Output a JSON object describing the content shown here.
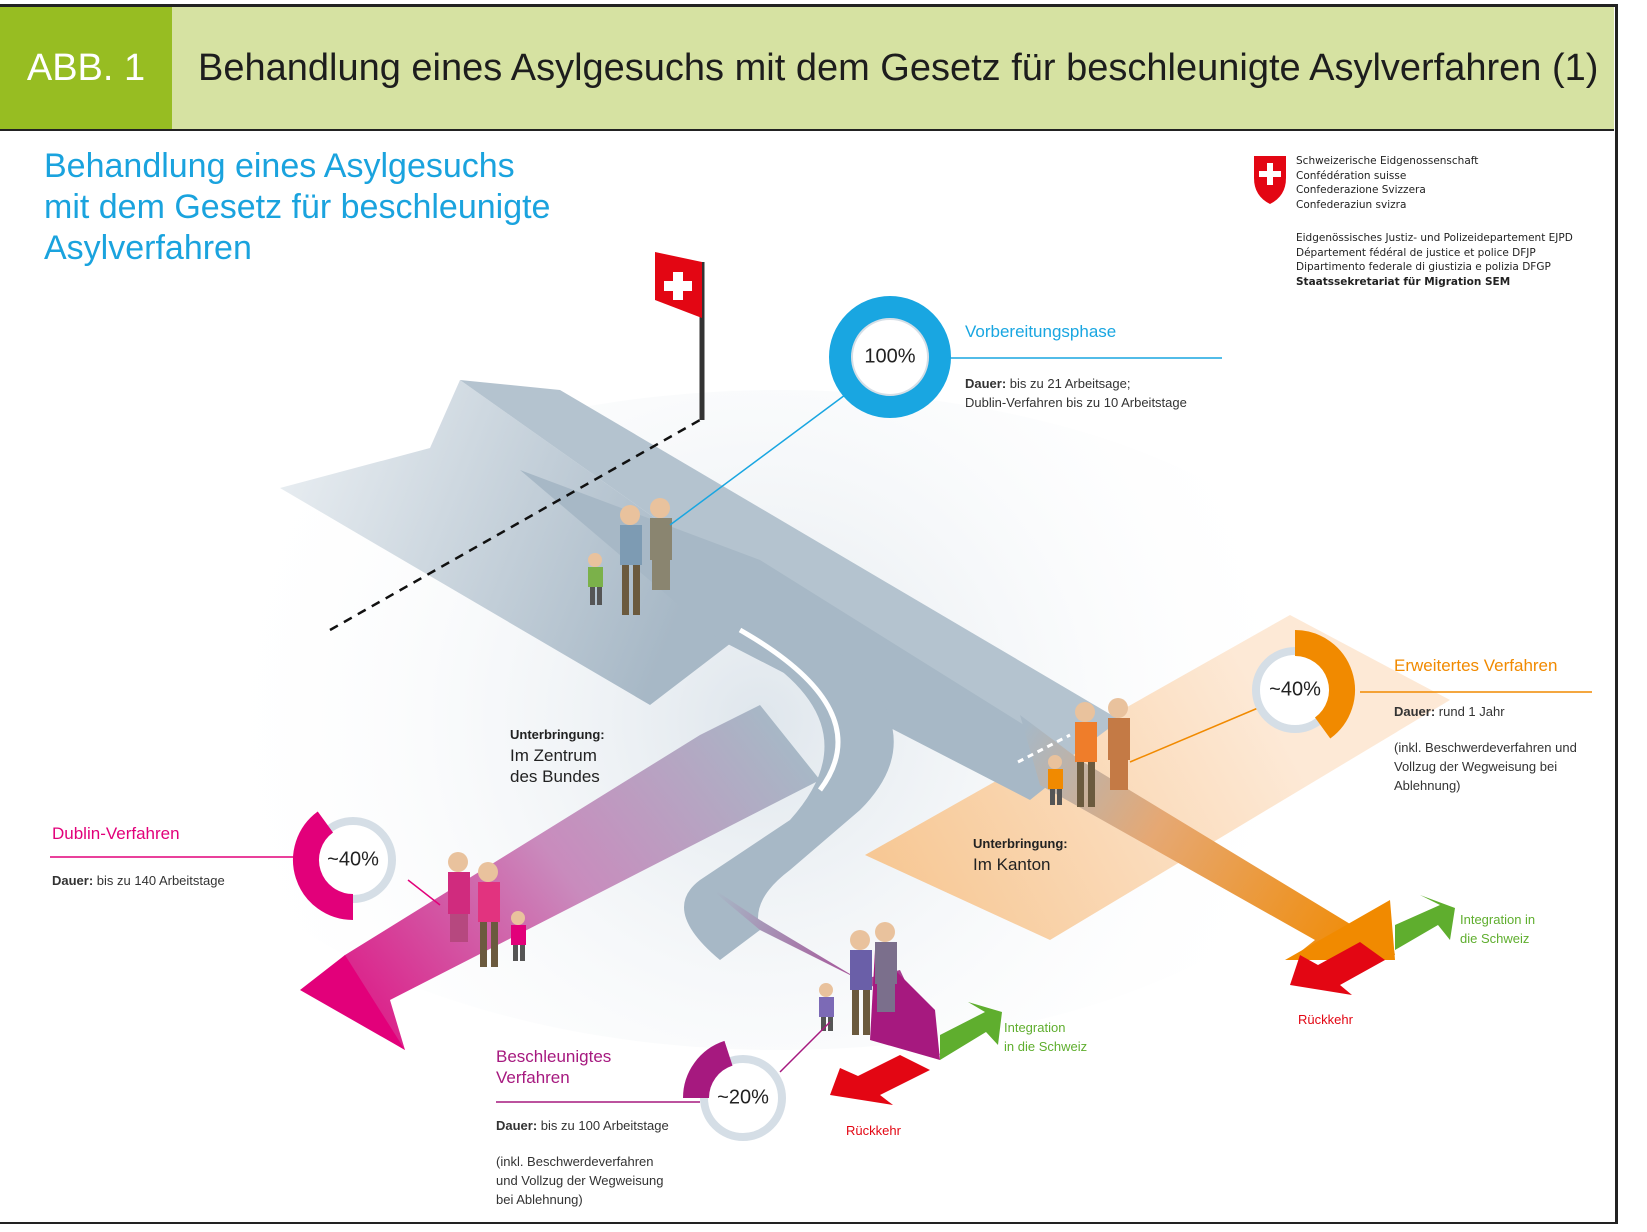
{
  "header": {
    "badge": "ABB. 1",
    "title": "Behandlung eines Asylgesuchs mit dem Gesetz für beschleunigte Asylverfahren (1)"
  },
  "diagram_title": [
    "Behandlung eines Asylgesuchs",
    "mit dem Gesetz für beschleunigte",
    "Asylverfahren"
  ],
  "logo": {
    "lines_top": [
      "Schweizerische Eidgenossenschaft",
      "Confédération suisse",
      "Confederazione Svizzera",
      "Confederaziun svizra"
    ],
    "lines_bottom": [
      "Eidgenössisches Justiz- und Polizeidepartement EJPD",
      "Département fédéral de justice et police DFJP",
      "Dipartimento federale di giustizia e polizia DFGP"
    ],
    "agency": "Staatssekretariat für Migration SEM"
  },
  "phases": {
    "preparation": {
      "title": "Vorbereitungsphase",
      "percent": "100%",
      "duration_label": "Dauer:",
      "duration_text": " bis zu 21 Arbeitsage;",
      "duration_line2": "Dublin-Verfahren bis zu 10 Arbeitstage",
      "share": 1.0,
      "color": "#19a6e1"
    },
    "extended": {
      "title": "Erweitertes Verfahren",
      "percent": "~40%",
      "duration_label": "Dauer:",
      "duration_text": " rund 1 Jahr",
      "note": [
        "(inkl. Beschwerdeverfahren und",
        "Vollzug der Wegweisung bei",
        "Ablehnung)"
      ],
      "share": 0.4,
      "color": "#f18a00"
    },
    "dublin": {
      "title": "Dublin-Verfahren",
      "percent": "~40%",
      "duration_label": "Dauer:",
      "duration_text": " bis zu 140 Arbeitstage",
      "share": 0.4,
      "color": "#e2007a"
    },
    "accelerated": {
      "title": [
        "Beschleunigtes",
        "Verfahren"
      ],
      "percent": "~20%",
      "duration_label": "Dauer:",
      "duration_text": " bis zu 100 Arbeitstage",
      "note": [
        "(inkl. Beschwerdeverfahren",
        "und Vollzug der Wegweisung",
        "bei Ablehnung)"
      ],
      "share": 0.2,
      "color": "#a6197f"
    }
  },
  "accommodation": {
    "federal": {
      "label": "Unterbringung:",
      "lines": [
        "Im Zentrum",
        "des Bundes"
      ]
    },
    "canton": {
      "label": "Unterbringung:",
      "lines": [
        "Im Kanton"
      ]
    }
  },
  "outcomes": {
    "integration_right": [
      "Integration in",
      "die Schweiz"
    ],
    "return_right": "Rückkehr",
    "integration_mid": [
      "Integration",
      "in die Schweiz"
    ],
    "return_mid": "Rückkehr"
  },
  "colors": {
    "header_bg": "#d6e2a2",
    "badge_bg": "#97bd22",
    "title_blue": "#1aa3de",
    "road": "#a7b8c6",
    "green": "#5fae2e",
    "red": "#e30613",
    "ring_grey": "#d5dee6"
  }
}
